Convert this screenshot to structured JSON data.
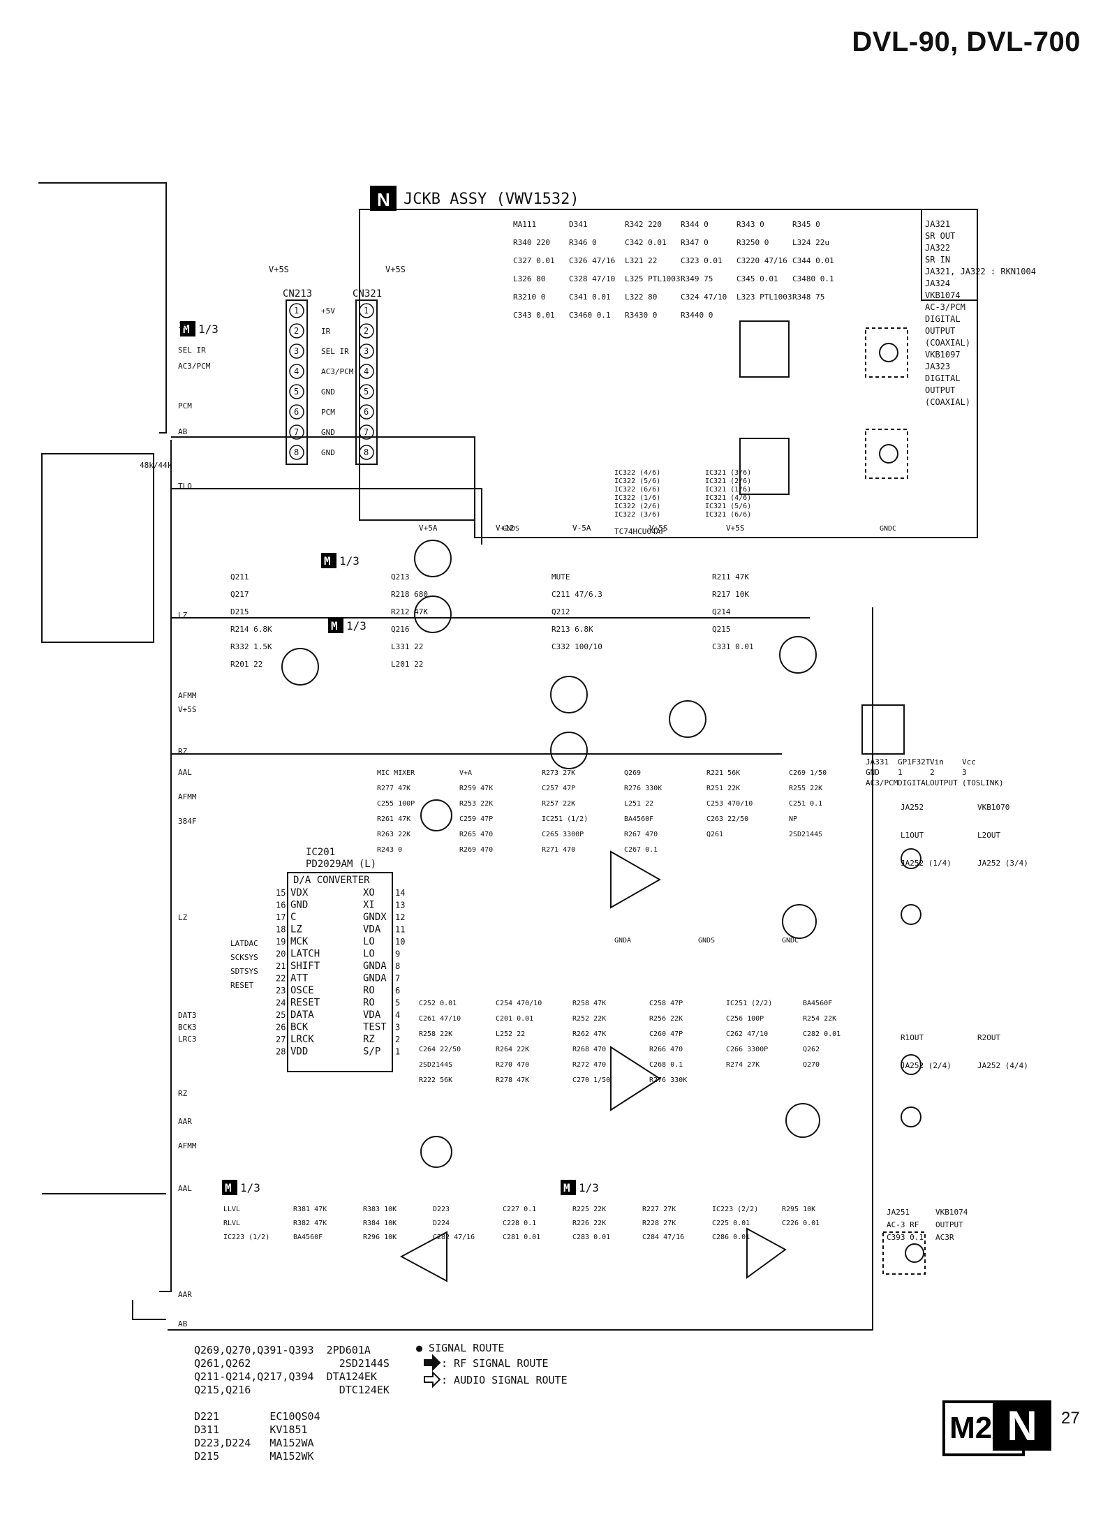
{
  "header": {
    "model": "DVL-90, DVL-700"
  },
  "footer": {
    "page_number": "27",
    "tag_m": "M2/3",
    "tag_n": "N"
  },
  "assembly": {
    "letter": "N",
    "title": "JCKB ASSY (VWV1532)"
  },
  "sheet_refs": {
    "m13": "1/3",
    "m_letter": "M"
  },
  "connectors": {
    "cn213": {
      "ref": "CN213",
      "supply": "V+5S",
      "pins": [
        "1",
        "2",
        "3",
        "4",
        "5",
        "6",
        "7",
        "8"
      ]
    },
    "cn321": {
      "ref": "CN321",
      "supply": "V+5S",
      "pins": [
        "1",
        "2",
        "3",
        "4",
        "5",
        "6",
        "7",
        "8"
      ],
      "signals": [
        "+5V",
        "IR",
        "SEL IR",
        "AC3/PCM",
        "GND",
        "PCM",
        "GND",
        "GND"
      ]
    }
  },
  "left_labels": [
    "IR",
    "SEL IR",
    "AC3/PCM",
    "PCM",
    "AB",
    "48k/44k",
    "TLO",
    "LZ",
    "AFMM",
    "V+5S",
    "RZ",
    "AAL",
    "AFMM",
    "384F",
    "LZ",
    "DAT3",
    "BCK3",
    "LRC3",
    "RZ",
    "AAR",
    "AFMM",
    "AAL",
    "AAR",
    "AB"
  ],
  "ic201": {
    "ref": "IC201",
    "part": "PD2029AM (L)",
    "function": "D/A CONVERTER",
    "left_pins": [
      {
        "n": "15",
        "name": "VDX"
      },
      {
        "n": "16",
        "name": "GND"
      },
      {
        "n": "17",
        "name": "C"
      },
      {
        "n": "18",
        "name": "LZ"
      },
      {
        "n": "19",
        "name": "MCK"
      },
      {
        "n": "20",
        "name": "LATCH"
      },
      {
        "n": "21",
        "name": "SHIFT"
      },
      {
        "n": "22",
        "name": "ATT"
      },
      {
        "n": "23",
        "name": "OSCE"
      },
      {
        "n": "24",
        "name": "RESET"
      },
      {
        "n": "25",
        "name": "DATA"
      },
      {
        "n": "26",
        "name": "BCK"
      },
      {
        "n": "27",
        "name": "LRCK"
      },
      {
        "n": "28",
        "name": "VDD"
      }
    ],
    "right_pins": [
      {
        "n": "14",
        "name": "XO"
      },
      {
        "n": "13",
        "name": "XI"
      },
      {
        "n": "12",
        "name": "GNDX"
      },
      {
        "n": "11",
        "name": "VDA"
      },
      {
        "n": "10",
        "name": "LO"
      },
      {
        "n": "9",
        "name": "LO"
      },
      {
        "n": "8",
        "name": "GNDA"
      },
      {
        "n": "7",
        "name": "GNDA"
      },
      {
        "n": "6",
        "name": "RO"
      },
      {
        "n": "5",
        "name": "RO"
      },
      {
        "n": "4",
        "name": "VDA"
      },
      {
        "n": "3",
        "name": "TEST"
      },
      {
        "n": "2",
        "name": "RZ"
      },
      {
        "n": "1",
        "name": "S/P"
      }
    ],
    "ctrl_labels": [
      "LATDAC",
      "SCKSYS",
      "SDTSYS",
      "RESET"
    ]
  },
  "digital_out": {
    "ics": [
      "IC322 (4/6)",
      "IC322 (5/6)",
      "IC322 (6/6)",
      "IC322 (1/6)",
      "IC322 (2/6)",
      "IC322 (3/6)",
      "IC321 (3/6)",
      "IC321 (2/6)",
      "IC321 (1/6)",
      "IC321 (4/6)",
      "IC321 (5/6)",
      "IC321 (6/6)"
    ],
    "ic_part": "TC74HCU04AF",
    "parts": [
      "MA111",
      "D341",
      "R342 220",
      "R344 0",
      "R343 0",
      "R345 0",
      "R340 220",
      "R346 0",
      "C342 0.01",
      "R347 0",
      "R3250 0",
      "L324 22u",
      "C327 0.01",
      "C326 47/16",
      "L321 22",
      "C323 0.01",
      "C3220 47/16",
      "C344 0.01",
      "L326 80",
      "C328 47/10",
      "L325 PTL1003",
      "R349 75",
      "C345 0.01",
      "C3480 0.1",
      "R3210 0",
      "C341 0.01",
      "L322 80",
      "C324 47/10",
      "L323 PTL1003",
      "R348 75",
      "C343 0.01",
      "C3460 0.1",
      "R3430 0",
      "R3440 0"
    ],
    "jacks": [
      "JA321",
      "SR OUT",
      "JA322",
      "SR IN",
      "JA321, JA322 : RKN1004",
      "JA324",
      "VKB1074",
      "AC-3/PCM",
      "DIGITAL",
      "OUTPUT",
      "(COAXIAL)",
      "VKB1097",
      "JA323",
      "DIGITAL",
      "OUTPUT",
      "(COAXIAL)"
    ],
    "grounds": [
      "GNDS",
      "GNDC"
    ]
  },
  "control": {
    "parts": [
      "Q211",
      "Q213",
      "MUTE",
      "R211 47K",
      "Q217",
      "R218 680",
      "C211 47/6.3",
      "R217 10K",
      "D215",
      "R212 47K",
      "Q212",
      "Q214",
      "R214 6.8K",
      "Q216",
      "R213 6.8K",
      "Q215",
      "R332 1.5K",
      "L331 22",
      "C332 100/10",
      "C331 0.01",
      "R201 22",
      "L201 22"
    ],
    "supplies": [
      "V+5A",
      "V+12",
      "V-5A",
      "V+5S",
      "V+5S"
    ],
    "toslink": [
      "JA331",
      "GP1F32T",
      "Vin",
      "Vcc",
      "GND",
      "1",
      "2",
      "3",
      "AC3/PCM",
      "DIGITAL",
      "OUTPUT",
      "(TOSLINK)"
    ]
  },
  "audio_l": {
    "parts": [
      "MIC MIXER",
      "V+A",
      "R273 27K",
      "Q269",
      "R221 56K",
      "C269 1/50",
      "R277 47K",
      "R259 47K",
      "C257 47P",
      "R276 330K",
      "R251 22K",
      "R255 22K",
      "C255 100P",
      "R253 22K",
      "R257 22K",
      "L251 22",
      "C253 470/10",
      "C251 0.1",
      "R261 47K",
      "C259 47P",
      "IC251 (1/2)",
      "BA4560F",
      "C263 22/50",
      "NP",
      "R263 22K",
      "R265 470",
      "C265 3300P",
      "R267 470",
      "Q261",
      "2SD2144S",
      "R243 0",
      "R269 470",
      "R271 470",
      "C267 0.1"
    ],
    "jacks": [
      "JA252",
      "VKB1070",
      "L1OUT",
      "L2OUT",
      "JA252 (1/4)",
      "JA252 (3/4)"
    ],
    "grounds": [
      "GNDA",
      "GNDS",
      "GNDC"
    ]
  },
  "audio_r": {
    "parts": [
      "C252 0.01",
      "C254 470/10",
      "R258 47K",
      "C258 47P",
      "IC251 (2/2)",
      "BA4560F",
      "C261 47/10",
      "C201 0.01",
      "R252 22K",
      "R256 22K",
      "C256 100P",
      "R254 22K",
      "R258 22K",
      "L252 22",
      "R262 47K",
      "C260 47P",
      "C262 47/10",
      "C282 0.01",
      "C264 22/50",
      "R264 22K",
      "R268 470",
      "R266 470",
      "C266 3300P",
      "Q262",
      "2SD2144S",
      "R270 470",
      "R272 470",
      "C268 0.1",
      "R274 27K",
      "Q270",
      "R222 56K",
      "R278 47K",
      "C270 1/50",
      "R276 330K"
    ],
    "jacks": [
      "R1OUT",
      "R2OUT",
      "JA252 (2/4)",
      "JA252 (4/4)"
    ]
  },
  "level": {
    "parts": [
      "LLVL",
      "R381 47K",
      "R383 10K",
      "D223",
      "C227 0.1",
      "R225 22K",
      "R227 27K",
      "IC223 (2/2)",
      "R295 10K",
      "RLVL",
      "R382 47K",
      "R384 10K",
      "D224",
      "C228 0.1",
      "R226 22K",
      "R228 27K",
      "C225 0.01",
      "C226 0.01",
      "IC223 (1/2)",
      "BA4560F",
      "R296 10K",
      "C282 47/16",
      "C281 0.01",
      "C283 0.01",
      "C284 47/16",
      "C286 0.01"
    ],
    "jacks": [
      "JA251",
      "VKB1074",
      "AC-3 RF",
      "OUTPUT",
      "C393 0.1",
      "AC3R"
    ]
  },
  "legend": {
    "parts": "Q269,Q270,Q391-Q393  2PD601A\nQ261,Q262              2SD2144S\nQ211-Q214,Q217,Q394  DTA124EK\nQ215,Q216              DTC124EK\n\nD221        EC10QS04\nD311        KV1851\nD223,D224   MA152WA\nD215        MA152WK",
    "signal": "● SIGNAL ROUTE",
    "rf": ": RF SIGNAL ROUTE",
    "audio": ": AUDIO SIGNAL ROUTE"
  }
}
